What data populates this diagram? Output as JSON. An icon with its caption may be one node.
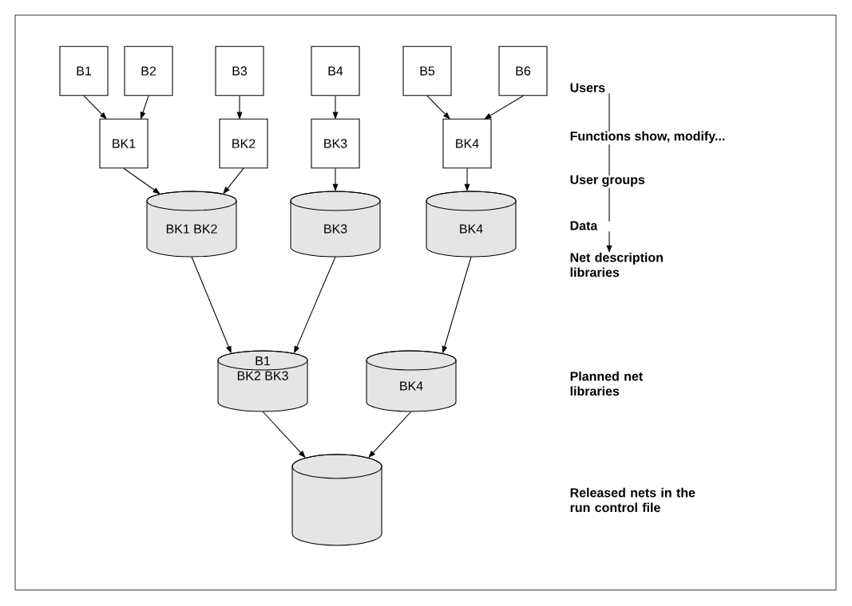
{
  "diagram": {
    "nodes": [
      {
        "text": [
          "B1"
        ]
      },
      {
        "text": [
          "B2"
        ]
      },
      {
        "text": [
          "B3"
        ]
      },
      {
        "text": [
          "B4"
        ]
      },
      {
        "text": [
          "B5"
        ]
      },
      {
        "text": [
          "B6"
        ]
      },
      {
        "text": [
          "BK1"
        ]
      },
      {
        "text": [
          "BK2"
        ]
      },
      {
        "text": [
          "BK3"
        ]
      },
      {
        "text": [
          "BK4"
        ]
      },
      {
        "text": [
          "BK1 BK2"
        ]
      },
      {
        "text": [
          "BK3"
        ]
      },
      {
        "text": [
          "BK4"
        ]
      },
      {
        "text": [
          "B1",
          "BK2 BK3"
        ]
      },
      {
        "text": [
          "BK4"
        ]
      },
      {
        "text": [],
        "shape": "cylinder"
      },
      {
        "text": [
          "Users"
        ]
      },
      {
        "text": [
          "Functions show, modify..."
        ]
      },
      {
        "text": [
          "User groups"
        ]
      },
      {
        "text": [
          "Data"
        ]
      },
      {
        "text": [
          "Net description libraries"
        ]
      }
    ],
    "edges": [
      {
        "from": 0,
        "to": 6,
        "arrow": "to"
      },
      {
        "from": 1,
        "to": 6,
        "arrow": "to"
      },
      {
        "from": 2,
        "to": 7,
        "arrow": "to"
      },
      {
        "from": 3,
        "to": 8,
        "arrow": "to"
      },
      {
        "from": 4,
        "to": 9,
        "arrow": "to"
      },
      {
        "from": 5,
        "to": 9,
        "arrow": "to"
      },
      {
        "from": 6,
        "to": 10,
        "arrow": "to"
      },
      {
        "from": 7,
        "to": 10,
        "arrow": "to"
      },
      {
        "from": 8,
        "to": 11,
        "arrow": "to"
      },
      {
        "from": 9,
        "to": 12,
        "arrow": "to"
      },
      {
        "from": 10,
        "to": 13,
        "arrow": "to"
      },
      {
        "from": 11,
        "to": 13,
        "arrow": "to"
      },
      {
        "from": 12,
        "to": 14,
        "arrow": "to"
      },
      {
        "from": 13,
        "to": 15,
        "arrow": "to"
      },
      {
        "from": 14,
        "to": 15,
        "arrow": "to"
      },
      {
        "from": 16,
        "to": 17,
        "arrow": "none"
      },
      {
        "from": 17,
        "to": 18,
        "arrow": "none"
      },
      {
        "from": 18,
        "to": 19,
        "arrow": "none"
      },
      {
        "from": 19,
        "to": 20,
        "arrow": "to"
      }
    ],
    "labels": [
      "Planned net libraries",
      "Released nets in the run control file"
    ]
  }
}
